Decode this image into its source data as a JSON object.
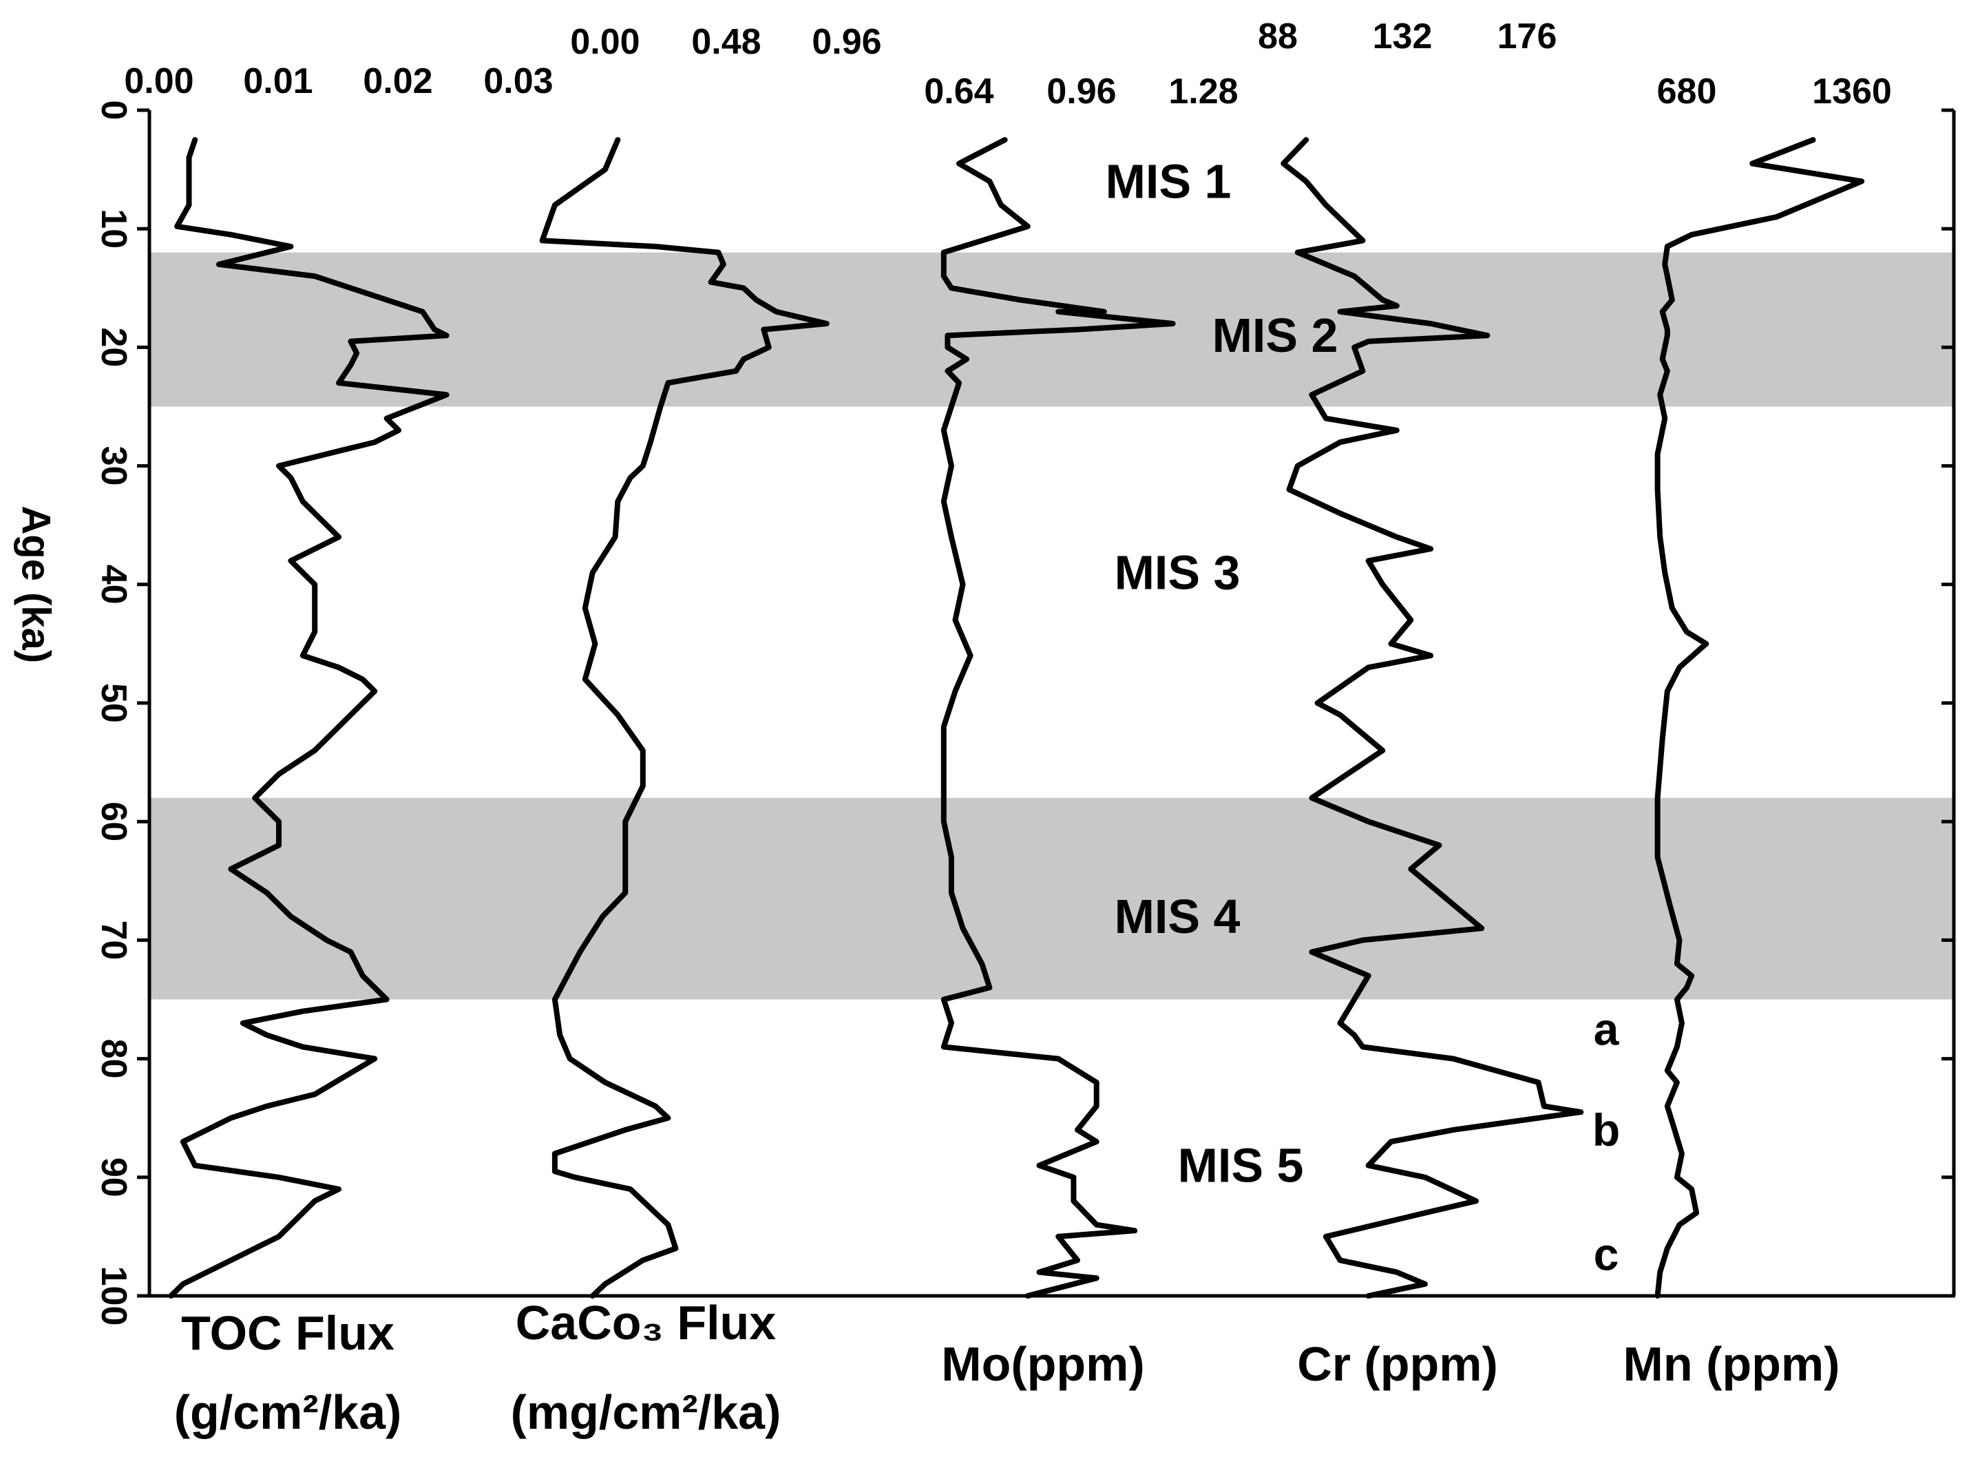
{
  "chart_data": {
    "type": "line",
    "orientation": "vertical-stratigraphic",
    "y_axis": {
      "label": "Age (ka)",
      "range": [
        0,
        100
      ],
      "ticks": [
        "0",
        "10",
        "20",
        "30",
        "40",
        "50",
        "60",
        "70",
        "80",
        "90",
        "100"
      ]
    },
    "shaded_bands": [
      {
        "name": "MIS 2",
        "from": 12,
        "to": 25,
        "color": "#c8c8c8"
      },
      {
        "name": "MIS 4",
        "from": 58,
        "to": 75,
        "color": "#c8c8c8"
      }
    ],
    "stage_labels": [
      {
        "text": "MIS 1",
        "age": 6
      },
      {
        "text": "MIS 2",
        "age": 19
      },
      {
        "text": "MIS 3",
        "age": 39
      },
      {
        "text": "MIS 4",
        "age": 68
      },
      {
        "text": "MIS 5",
        "age": 89
      }
    ],
    "substage_labels": [
      {
        "text": "a",
        "age": 77.5
      },
      {
        "text": "b",
        "age": 86
      },
      {
        "text": "c",
        "age": 96.5
      }
    ],
    "line_color": "#000000",
    "series": [
      {
        "name": "TOC Flux",
        "unit": "(g/cm²/ka)",
        "ticks": [
          "0.00",
          "0.01",
          "0.02",
          "0.03"
        ],
        "tick_values": [
          0.0,
          0.01,
          0.02,
          0.03
        ],
        "points": [
          [
            0.003,
            2.5
          ],
          [
            0.0025,
            4
          ],
          [
            0.0025,
            8
          ],
          [
            0.0015,
            9.8
          ],
          [
            0.006,
            10.5
          ],
          [
            0.011,
            11.5
          ],
          [
            0.005,
            13
          ],
          [
            0.013,
            14
          ],
          [
            0.022,
            17
          ],
          [
            0.023,
            18.5
          ],
          [
            0.024,
            19
          ],
          [
            0.016,
            19.5
          ],
          [
            0.0165,
            20.5
          ],
          [
            0.016,
            21.5
          ],
          [
            0.015,
            23
          ],
          [
            0.024,
            24
          ],
          [
            0.019,
            26
          ],
          [
            0.02,
            27
          ],
          [
            0.018,
            28
          ],
          [
            0.014,
            29
          ],
          [
            0.01,
            30
          ],
          [
            0.011,
            31
          ],
          [
            0.012,
            33
          ],
          [
            0.014,
            35
          ],
          [
            0.015,
            36
          ],
          [
            0.011,
            38
          ],
          [
            0.013,
            40
          ],
          [
            0.013,
            42
          ],
          [
            0.013,
            44
          ],
          [
            0.012,
            46
          ],
          [
            0.015,
            47
          ],
          [
            0.017,
            48
          ],
          [
            0.018,
            49
          ],
          [
            0.016,
            51
          ],
          [
            0.013,
            54
          ],
          [
            0.01,
            56
          ],
          [
            0.008,
            58
          ],
          [
            0.01,
            60
          ],
          [
            0.01,
            62
          ],
          [
            0.006,
            64
          ],
          [
            0.009,
            66
          ],
          [
            0.011,
            68
          ],
          [
            0.014,
            70
          ],
          [
            0.016,
            71
          ],
          [
            0.017,
            73
          ],
          [
            0.019,
            75
          ],
          [
            0.012,
            76
          ],
          [
            0.007,
            77
          ],
          [
            0.009,
            78
          ],
          [
            0.012,
            79
          ],
          [
            0.018,
            80
          ],
          [
            0.013,
            83
          ],
          [
            0.009,
            84
          ],
          [
            0.006,
            85
          ],
          [
            0.004,
            86
          ],
          [
            0.002,
            87
          ],
          [
            0.003,
            89
          ],
          [
            0.01,
            90
          ],
          [
            0.015,
            91
          ],
          [
            0.013,
            92
          ],
          [
            0.012,
            93
          ],
          [
            0.01,
            95
          ],
          [
            0.006,
            97
          ],
          [
            0.002,
            99
          ],
          [
            0.001,
            100
          ]
        ]
      },
      {
        "name": "CaCo₃ Flux",
        "unit": "(mg/cm²/ka)",
        "ticks": [
          "0.00",
          "0.48",
          "0.96"
        ],
        "tick_values": [
          0.0,
          0.48,
          0.96
        ],
        "points": [
          [
            0.05,
            2.5
          ],
          [
            0.0,
            5
          ],
          [
            -0.2,
            8
          ],
          [
            -0.25,
            11
          ],
          [
            0.2,
            11.5
          ],
          [
            0.45,
            12
          ],
          [
            0.47,
            13
          ],
          [
            0.42,
            14.5
          ],
          [
            0.55,
            15
          ],
          [
            0.6,
            16
          ],
          [
            0.68,
            17
          ],
          [
            0.88,
            18
          ],
          [
            0.63,
            18.5
          ],
          [
            0.65,
            20
          ],
          [
            0.55,
            21
          ],
          [
            0.52,
            22
          ],
          [
            0.25,
            23
          ],
          [
            0.22,
            25
          ],
          [
            0.18,
            28
          ],
          [
            0.15,
            30
          ],
          [
            0.1,
            31
          ],
          [
            0.05,
            33
          ],
          [
            0.04,
            36
          ],
          [
            -0.05,
            39
          ],
          [
            -0.08,
            42
          ],
          [
            -0.04,
            45
          ],
          [
            -0.08,
            48
          ],
          [
            0.05,
            51
          ],
          [
            0.15,
            54
          ],
          [
            0.15,
            57
          ],
          [
            0.08,
            60
          ],
          [
            0.08,
            64
          ],
          [
            0.08,
            66
          ],
          [
            -0.01,
            68
          ],
          [
            -0.1,
            71
          ],
          [
            -0.2,
            75
          ],
          [
            -0.18,
            78
          ],
          [
            -0.14,
            80
          ],
          [
            0.0,
            82
          ],
          [
            0.2,
            84
          ],
          [
            0.25,
            85
          ],
          [
            0.08,
            86
          ],
          [
            -0.2,
            88
          ],
          [
            -0.2,
            89.5
          ],
          [
            -0.12,
            90
          ],
          [
            0.1,
            91
          ],
          [
            0.2,
            93
          ],
          [
            0.25,
            94
          ],
          [
            0.28,
            96
          ],
          [
            0.15,
            97
          ],
          [
            0.0,
            99
          ],
          [
            -0.05,
            100
          ]
        ]
      },
      {
        "name": "Mo",
        "unit": "(ppm)",
        "ticks": [
          "0.64",
          "0.96",
          "1.28"
        ],
        "tick_values": [
          0.64,
          0.96,
          1.28
        ],
        "points": [
          [
            0.76,
            2.5
          ],
          [
            0.64,
            4.5
          ],
          [
            0.72,
            6
          ],
          [
            0.75,
            8
          ],
          [
            0.82,
            9.8
          ],
          [
            0.7,
            11
          ],
          [
            0.6,
            12
          ],
          [
            0.6,
            13
          ],
          [
            0.6,
            14
          ],
          [
            0.62,
            15
          ],
          [
            0.8,
            16
          ],
          [
            1.02,
            17
          ],
          [
            0.9,
            17
          ],
          [
            1.2,
            18
          ],
          [
            0.95,
            18.5
          ],
          [
            0.61,
            19
          ],
          [
            0.61,
            20
          ],
          [
            0.66,
            21
          ],
          [
            0.61,
            22
          ],
          [
            0.64,
            23
          ],
          [
            0.62,
            25
          ],
          [
            0.6,
            27
          ],
          [
            0.62,
            30
          ],
          [
            0.6,
            33
          ],
          [
            0.62,
            36
          ],
          [
            0.65,
            40
          ],
          [
            0.63,
            43
          ],
          [
            0.67,
            46
          ],
          [
            0.63,
            49
          ],
          [
            0.6,
            52
          ],
          [
            0.6,
            56
          ],
          [
            0.6,
            60
          ],
          [
            0.62,
            63
          ],
          [
            0.62,
            66
          ],
          [
            0.65,
            69
          ],
          [
            0.7,
            72
          ],
          [
            0.72,
            74
          ],
          [
            0.6,
            75
          ],
          [
            0.62,
            77
          ],
          [
            0.6,
            79
          ],
          [
            0.9,
            80
          ],
          [
            1.0,
            82
          ],
          [
            1.0,
            84
          ],
          [
            0.95,
            86
          ],
          [
            1.0,
            87
          ],
          [
            0.85,
            89
          ],
          [
            0.94,
            90
          ],
          [
            0.94,
            92
          ],
          [
            1.0,
            94
          ],
          [
            1.1,
            94.5
          ],
          [
            0.9,
            95
          ],
          [
            0.95,
            97
          ],
          [
            0.85,
            98
          ],
          [
            1.0,
            98.5
          ],
          [
            0.82,
            100
          ]
        ]
      },
      {
        "name": "Cr",
        "unit": "(ppm)",
        "ticks": [
          "88",
          "132",
          "176"
        ],
        "tick_values": [
          88,
          132,
          176
        ],
        "points": [
          [
            98,
            2.5
          ],
          [
            90,
            4.5
          ],
          [
            98,
            6
          ],
          [
            105,
            8
          ],
          [
            118,
            11
          ],
          [
            95,
            12
          ],
          [
            115,
            14
          ],
          [
            125,
            16
          ],
          [
            130,
            16.5
          ],
          [
            110,
            17
          ],
          [
            142,
            18
          ],
          [
            162,
            19
          ],
          [
            120,
            19.5
          ],
          [
            115,
            20
          ],
          [
            118,
            22
          ],
          [
            100,
            24
          ],
          [
            105,
            26
          ],
          [
            130,
            27
          ],
          [
            110,
            28
          ],
          [
            95,
            30
          ],
          [
            92,
            32
          ],
          [
            110,
            34
          ],
          [
            130,
            36
          ],
          [
            142,
            37
          ],
          [
            120,
            38
          ],
          [
            125,
            40
          ],
          [
            135,
            43
          ],
          [
            128,
            45
          ],
          [
            142,
            46
          ],
          [
            120,
            47
          ],
          [
            102,
            50
          ],
          [
            110,
            51
          ],
          [
            125,
            54
          ],
          [
            100,
            58
          ],
          [
            120,
            60
          ],
          [
            145,
            62
          ],
          [
            135,
            64
          ],
          [
            145,
            66
          ],
          [
            160,
            69
          ],
          [
            118,
            70
          ],
          [
            100,
            71
          ],
          [
            120,
            73
          ],
          [
            115,
            75
          ],
          [
            110,
            77
          ],
          [
            115,
            78
          ],
          [
            118,
            79
          ],
          [
            150,
            80
          ],
          [
            180,
            82
          ],
          [
            182,
            84
          ],
          [
            195,
            84.5
          ],
          [
            150,
            86
          ],
          [
            128,
            87
          ],
          [
            120,
            89
          ],
          [
            140,
            90
          ],
          [
            158,
            92
          ],
          [
            140,
            93
          ],
          [
            105,
            95
          ],
          [
            110,
            97
          ],
          [
            130,
            98
          ],
          [
            140,
            99
          ],
          [
            120,
            100
          ]
        ]
      },
      {
        "name": "Mn",
        "unit": "(ppm)",
        "ticks": [
          "680",
          "1360"
        ],
        "tick_values": [
          680,
          1360
        ],
        "points": [
          [
            1200,
            2.5
          ],
          [
            950,
            4.5
          ],
          [
            1400,
            6
          ],
          [
            1050,
            9
          ],
          [
            700,
            10.5
          ],
          [
            600,
            11.5
          ],
          [
            590,
            13
          ],
          [
            600,
            14
          ],
          [
            620,
            16
          ],
          [
            580,
            17
          ],
          [
            600,
            18.5
          ],
          [
            600,
            19
          ],
          [
            590,
            20
          ],
          [
            580,
            21
          ],
          [
            600,
            22
          ],
          [
            570,
            24
          ],
          [
            590,
            26
          ],
          [
            560,
            29
          ],
          [
            560,
            32
          ],
          [
            570,
            36
          ],
          [
            590,
            39
          ],
          [
            620,
            42
          ],
          [
            680,
            44
          ],
          [
            760,
            45
          ],
          [
            650,
            47
          ],
          [
            600,
            49
          ],
          [
            580,
            53
          ],
          [
            560,
            58
          ],
          [
            560,
            63
          ],
          [
            610,
            67
          ],
          [
            650,
            70
          ],
          [
            640,
            72
          ],
          [
            700,
            73
          ],
          [
            680,
            74
          ],
          [
            640,
            75
          ],
          [
            660,
            77
          ],
          [
            640,
            79
          ],
          [
            600,
            81
          ],
          [
            640,
            82
          ],
          [
            600,
            84
          ],
          [
            630,
            86
          ],
          [
            660,
            88
          ],
          [
            640,
            90
          ],
          [
            700,
            91
          ],
          [
            720,
            93
          ],
          [
            650,
            94
          ],
          [
            600,
            96
          ],
          [
            570,
            98
          ],
          [
            560,
            100
          ]
        ]
      }
    ]
  }
}
